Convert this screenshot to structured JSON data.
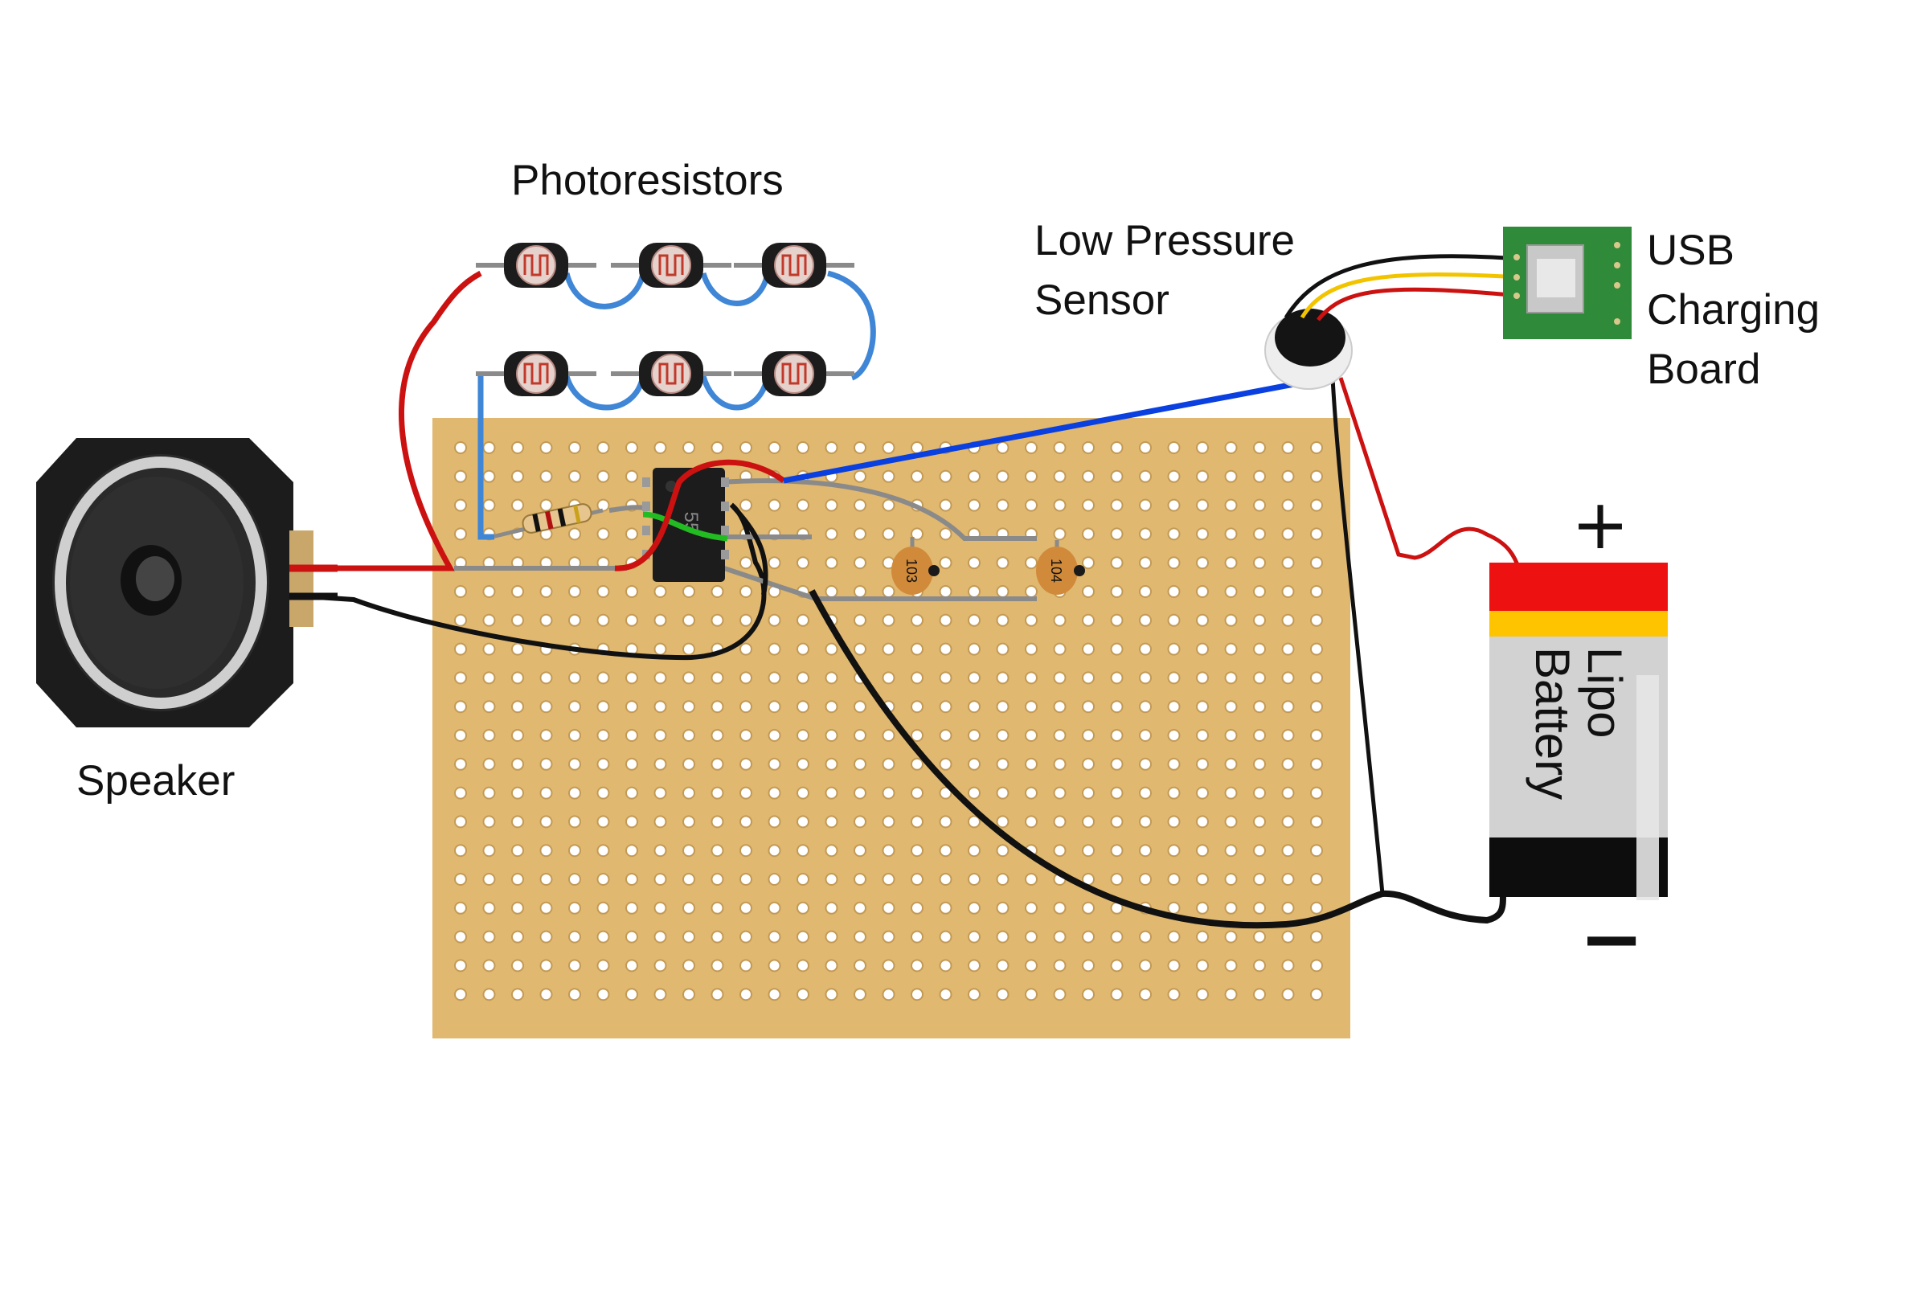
{
  "labels": {
    "photoresistors": "Photoresistors",
    "pressure_line1": "Low Pressure",
    "pressure_line2": "Sensor",
    "usb_line1": "USB",
    "usb_line2": "Charging",
    "usb_line3": "Board",
    "speaker": "Speaker",
    "battery_line1": "Lipo",
    "battery_line2": "Battery",
    "plus": "+",
    "minus": "−"
  },
  "chip_marking": "55",
  "capacitors": [
    "103",
    "104"
  ],
  "counts": {
    "photoresistors": 6
  },
  "colors": {
    "board": "#e0b870",
    "hole": "#ffffff",
    "hole_ring": "#c39a55",
    "wire_red": "#cc1111",
    "wire_black": "#111111",
    "wire_blue": "#0a3fe0",
    "wire_light_blue": "#3f86d6",
    "wire_green": "#22bb22",
    "wire_gray": "#8a8a8a",
    "wire_yellow": "#f2c400",
    "capacitor": "#d18a3a",
    "chip": "#1c1c1c",
    "battery_red": "#ee1111",
    "battery_yellow": "#ffc400",
    "battery_body": "#d2d2d2",
    "pcb_green": "#2f8a3a"
  }
}
